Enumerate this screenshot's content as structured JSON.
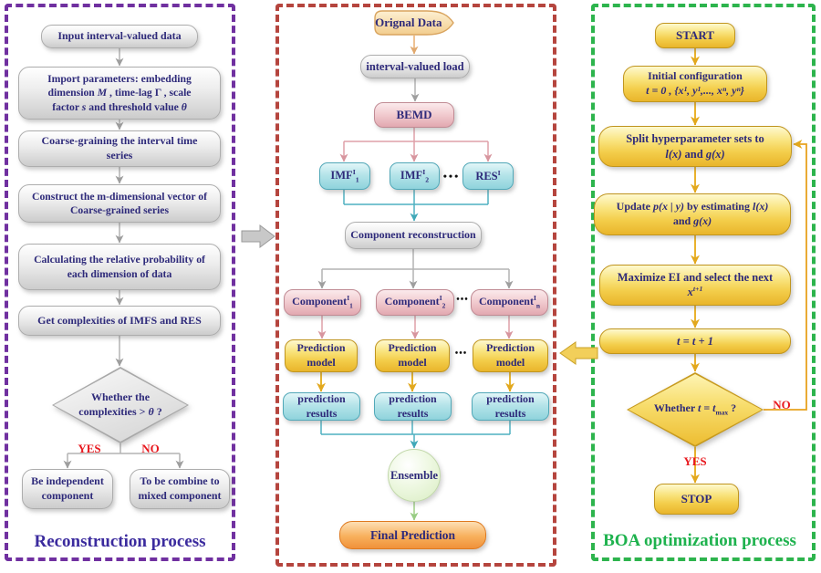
{
  "colors": {
    "left_border": "#7030a0",
    "middle_border": "#b5453e",
    "right_border": "#2db44d",
    "box_text": "#2e2a7a",
    "yes_no_red": "#e8191f",
    "left_caption_color": "#3b2b9e",
    "right_caption_color": "#1eb24e"
  },
  "left": {
    "caption": "Reconstruction process",
    "input": "Input interval-valued data",
    "import": {
      "l1": "Import parameters: embedding",
      "l2a": "dimension ",
      "m": "M",
      "l2b": " , time-lag  ",
      "gamma": "Γ",
      "l2c": " , scale",
      "l3a": "factor ",
      "s": "s",
      "l3b": "  and threshold value  ",
      "theta": "θ"
    },
    "coarse": {
      "l1": "Coarse-graining the interval time",
      "l2": "series"
    },
    "construct": {
      "l1": "Construct the m-dimensional vector of",
      "l2": "Coarse-grained series"
    },
    "probability": {
      "l1": "Calculating the relative probability of",
      "l2": "each dimension of data"
    },
    "complexities": "Get complexities of IMFS and RES",
    "decision": {
      "line1": "Whether the",
      "t1": "complexities > ",
      "theta": "θ",
      "t2": " ?"
    },
    "yes": "YES",
    "no": "NO",
    "independent": {
      "l1": "Be independent",
      "l2": "component"
    },
    "combine": {
      "l1": "To be combine to",
      "l2": "mixed component"
    }
  },
  "middle": {
    "original": "Orignal Data",
    "load": "interval-valued load",
    "bemd": "BEMD",
    "imf": {
      "base": "IMF",
      "sup": "I",
      "sub1": "1",
      "sub2": "2"
    },
    "res": {
      "base": "RES",
      "sup": "I"
    },
    "dots": "•••",
    "reconstruction": "Component reconstruction",
    "component": {
      "base": "Component",
      "sup": "I",
      "sub1": "1",
      "sub2": "2",
      "subn": "n"
    },
    "pred_model": {
      "l1": "Prediction",
      "l2": "model"
    },
    "pred_results": {
      "l1": "prediction",
      "l2": "results"
    },
    "ensemble": "Ensemble",
    "final": "Final Prediction"
  },
  "right": {
    "caption": "BOA optimization process",
    "start": "START",
    "init": {
      "line1": "Initial configuration",
      "line2": "t = 0 ,  {x¹, y¹,..., xⁿ, yⁿ}"
    },
    "split": {
      "line1": "Split hyperparameter sets to",
      "f1": "l(x)",
      "and": " and  ",
      "f2": "g(x)"
    },
    "update": {
      "t1": "Update  ",
      "f1": "p(x | y)",
      "t2": " by estimating ",
      "f2": "l(x)",
      "t3": "and  ",
      "f3": "g(x)"
    },
    "maximize": {
      "line1": "Maximize EI and select the next",
      "base": "x",
      "sup": "t+1"
    },
    "increment": "t = t + 1",
    "decision": {
      "t1": "Whether  ",
      "v1": "t",
      "eq": " = ",
      "v2": "t",
      "sub": "max",
      "q": " ?"
    },
    "no": "NO",
    "yes": "YES",
    "stop": "STOP"
  }
}
